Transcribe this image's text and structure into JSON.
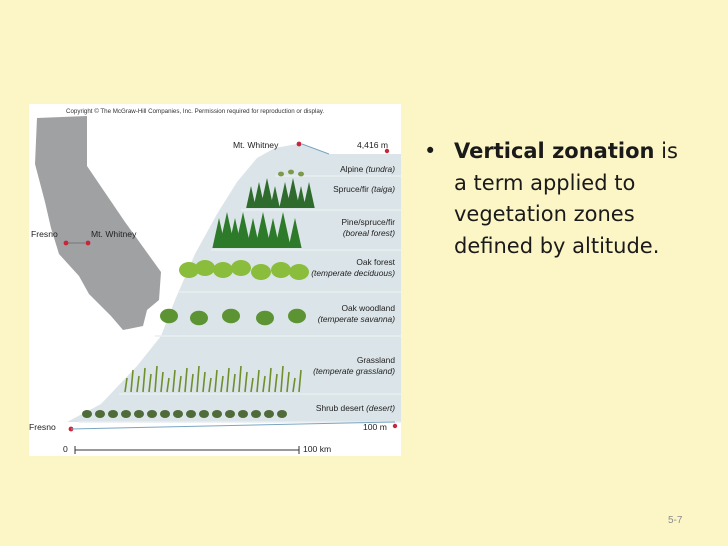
{
  "figure": {
    "copyright": "Copyright © The McGraw-Hill Companies, Inc. Permission required for reproduction or display.",
    "map_labels": {
      "fresno": "Fresno",
      "mt_whitney": "Mt. Whitney"
    },
    "peak_label": "Mt. Whitney",
    "peak_elevation": "4,416 m",
    "base_label": "Fresno",
    "base_elevation": "100 m",
    "scale": {
      "start": "0",
      "end": "100 km"
    },
    "zones": [
      {
        "name": "Alpine",
        "type": "(tundra)"
      },
      {
        "name": "Spruce/fir",
        "type": "(taiga)"
      },
      {
        "name": "Pine/spruce/fir",
        "type": "(boreal forest)"
      },
      {
        "name": "Oak forest",
        "type": "(temperate deciduous)"
      },
      {
        "name": "Oak woodland",
        "type": "(temperate savanna)"
      },
      {
        "name": "Grassland",
        "type": "(temperate grassland)"
      },
      {
        "name": "Shrub desert",
        "type": "(desert)"
      }
    ]
  },
  "text": {
    "bullet_symbol": "•",
    "term": "Vertical zonation",
    "definition": " is a term applied to vegetation zones defined by altitude."
  },
  "slide_number": "5-7"
}
